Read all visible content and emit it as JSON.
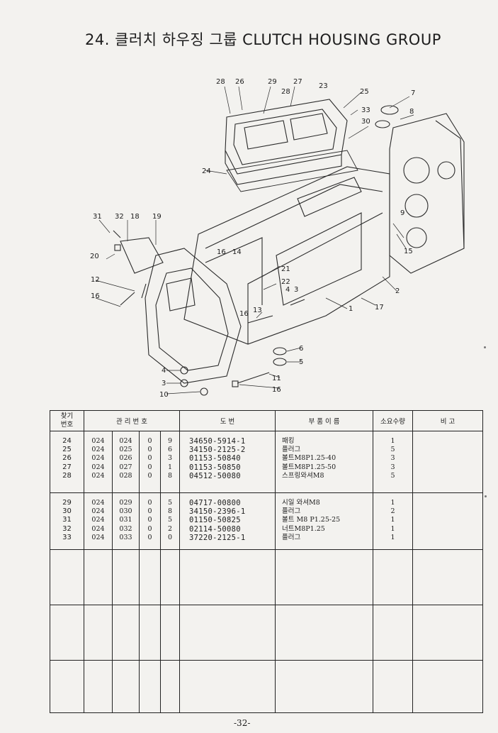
{
  "title": "24. 클러치 하우징 그룹 CLUTCH HOUSING GROUP",
  "diagram": {
    "callouts": [
      "28",
      "26",
      "29",
      "27",
      "28",
      "23",
      "25",
      "7",
      "8",
      "33",
      "30",
      "24",
      "31",
      "32",
      "18",
      "19",
      "20",
      "16",
      "14",
      "12",
      "16",
      "21",
      "22",
      "4",
      "3",
      "1",
      "17",
      "2",
      "9",
      "15",
      "13",
      "16",
      "6",
      "5",
      "4",
      "3",
      "10",
      "11",
      "16"
    ]
  },
  "table": {
    "headers": {
      "ref": "찾기\n번호",
      "mgmt": "관 리 번 호",
      "drawing": "도 번",
      "name": "부 품 이 름",
      "qty": "소요수량",
      "remarks": "비 고"
    },
    "groups": [
      {
        "rows": [
          {
            "ref": "24",
            "m1": "024",
            "m2": "024",
            "m3": "0",
            "m4": "9",
            "drawing": "34650-5914-1",
            "name": "패킹",
            "qty": "1"
          },
          {
            "ref": "25",
            "m1": "024",
            "m2": "025",
            "m3": "0",
            "m4": "6",
            "drawing": "34150-2125-2",
            "name": "플러그",
            "qty": "5"
          },
          {
            "ref": "26",
            "m1": "024",
            "m2": "026",
            "m3": "0",
            "m4": "3",
            "drawing": "01153-50840",
            "name": "볼트M8P1.25-40",
            "qty": "3"
          },
          {
            "ref": "27",
            "m1": "024",
            "m2": "027",
            "m3": "0",
            "m4": "1",
            "drawing": "01153-50850",
            "name": "볼트M8P1.25-50",
            "qty": "3"
          },
          {
            "ref": "28",
            "m1": "024",
            "m2": "028",
            "m3": "0",
            "m4": "8",
            "drawing": "04512-50080",
            "name": "스프링와셔M8",
            "qty": "5"
          }
        ]
      },
      {
        "rows": [
          {
            "ref": "29",
            "m1": "024",
            "m2": "029",
            "m3": "0",
            "m4": "5",
            "drawing": "04717-00800",
            "name": "시일 와셔M8",
            "qty": "1"
          },
          {
            "ref": "30",
            "m1": "024",
            "m2": "030",
            "m3": "0",
            "m4": "8",
            "drawing": "34150-2396-1",
            "name": "플러그",
            "qty": "2"
          },
          {
            "ref": "31",
            "m1": "024",
            "m2": "031",
            "m3": "0",
            "m4": "5",
            "drawing": "01150-50825",
            "name": "볼트 M8 P1.25-25",
            "qty": "1"
          },
          {
            "ref": "32",
            "m1": "024",
            "m2": "032",
            "m3": "0",
            "m4": "2",
            "drawing": "02114-50080",
            "name": "너트M8P1.25",
            "qty": "1"
          },
          {
            "ref": "33",
            "m1": "024",
            "m2": "033",
            "m3": "0",
            "m4": "0",
            "drawing": "37220-2125-1",
            "name": "플러그",
            "qty": "1"
          }
        ]
      }
    ]
  },
  "page_number": "-32-"
}
